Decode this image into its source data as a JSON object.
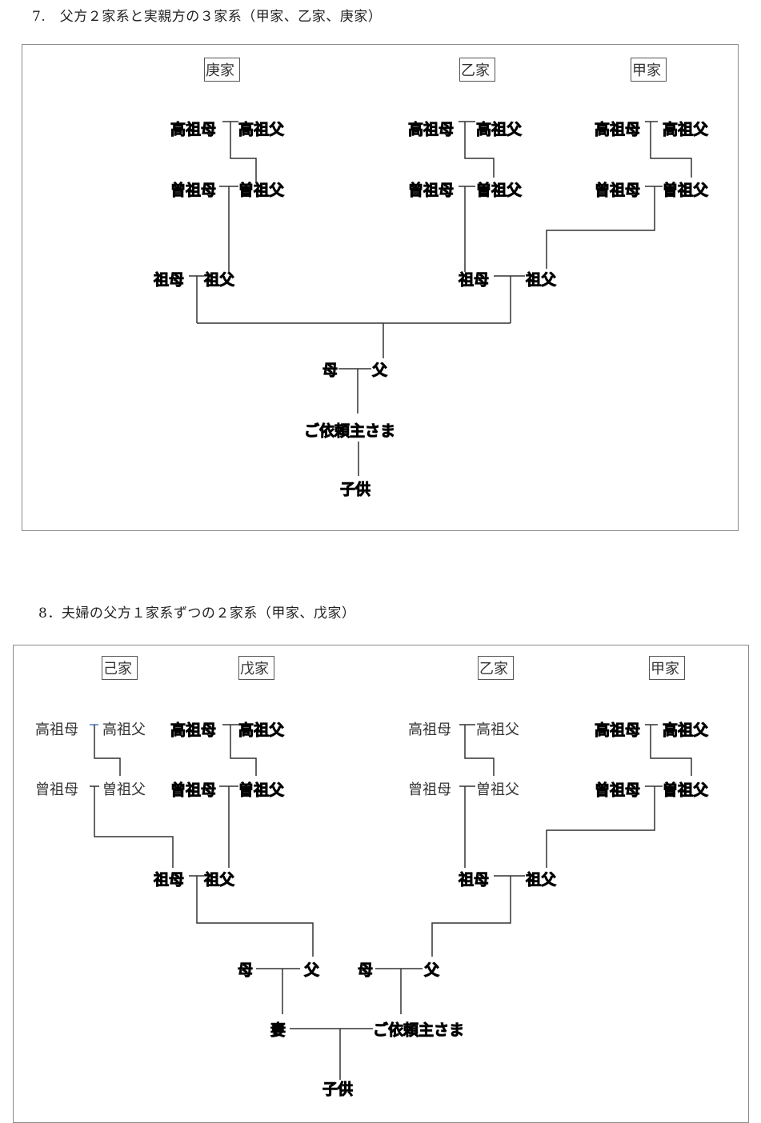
{
  "section7": {
    "heading": "7.　父方２家系と実親方の３家系（甲家、乙家、庚家）",
    "houses": {
      "kou": "庚家",
      "otsu": "乙家",
      "ko": "甲家"
    },
    "nodes": {
      "kou_koso_bo": "高祖母",
      "kou_koso_fu": "高祖父",
      "kou_sou_bo": "曾祖母",
      "kou_sou_fu": "曽祖父",
      "kou_so_bo": "祖母",
      "kou_so_fu": "祖父",
      "otsu_koso_bo": "高祖母",
      "otsu_koso_fu": "高祖父",
      "otsu_sou_bo": "曾祖母",
      "otsu_sou_fu": "曽祖父",
      "otsu_so_bo": "祖母",
      "otsu_so_fu": "祖父",
      "ko_koso_bo": "高祖母",
      "ko_koso_fu": "高祖父",
      "ko_sou_bo": "曾祖母",
      "ko_sou_fu": "曽祖父",
      "mother": "母",
      "father": "父",
      "client": "ご依頼主さま",
      "child": "子供"
    }
  },
  "section8": {
    "heading": "8．夫婦の父方１家系ずつの２家系（甲家、戊家）",
    "houses": {
      "ki": "己家",
      "bo": "戊家",
      "otsu": "乙家",
      "ko": "甲家"
    },
    "nodes": {
      "ki_koso_bo": "高祖母",
      "ki_koso_fu": "高祖父",
      "ki_sou_bo": "曾祖母",
      "ki_sou_fu": "曽祖父",
      "bo_koso_bo": "高祖母",
      "bo_koso_fu": "高祖父",
      "bo_sou_bo": "曾祖母",
      "bo_sou_fu": "曽祖父",
      "w_so_bo": "祖母",
      "w_so_fu": "祖父",
      "otsu_koso_bo": "高祖母",
      "otsu_koso_fu": "高祖父",
      "otsu_sou_bo": "曾祖母",
      "otsu_sou_fu": "曽祖父",
      "h_so_bo": "祖母",
      "h_so_fu": "祖父",
      "ko_koso_bo": "高祖母",
      "ko_koso_fu": "高祖父",
      "ko_sou_bo": "曾祖母",
      "ko_sou_fu": "曽祖父",
      "w_mother": "母",
      "w_father": "父",
      "h_mother": "母",
      "h_father": "父",
      "wife": "妻",
      "client": "ご依頼主さま",
      "child": "子供"
    }
  },
  "colors": {
    "line": "#333333",
    "frame": "#8a8a8a",
    "accent_connector": "#4a7fc9"
  }
}
